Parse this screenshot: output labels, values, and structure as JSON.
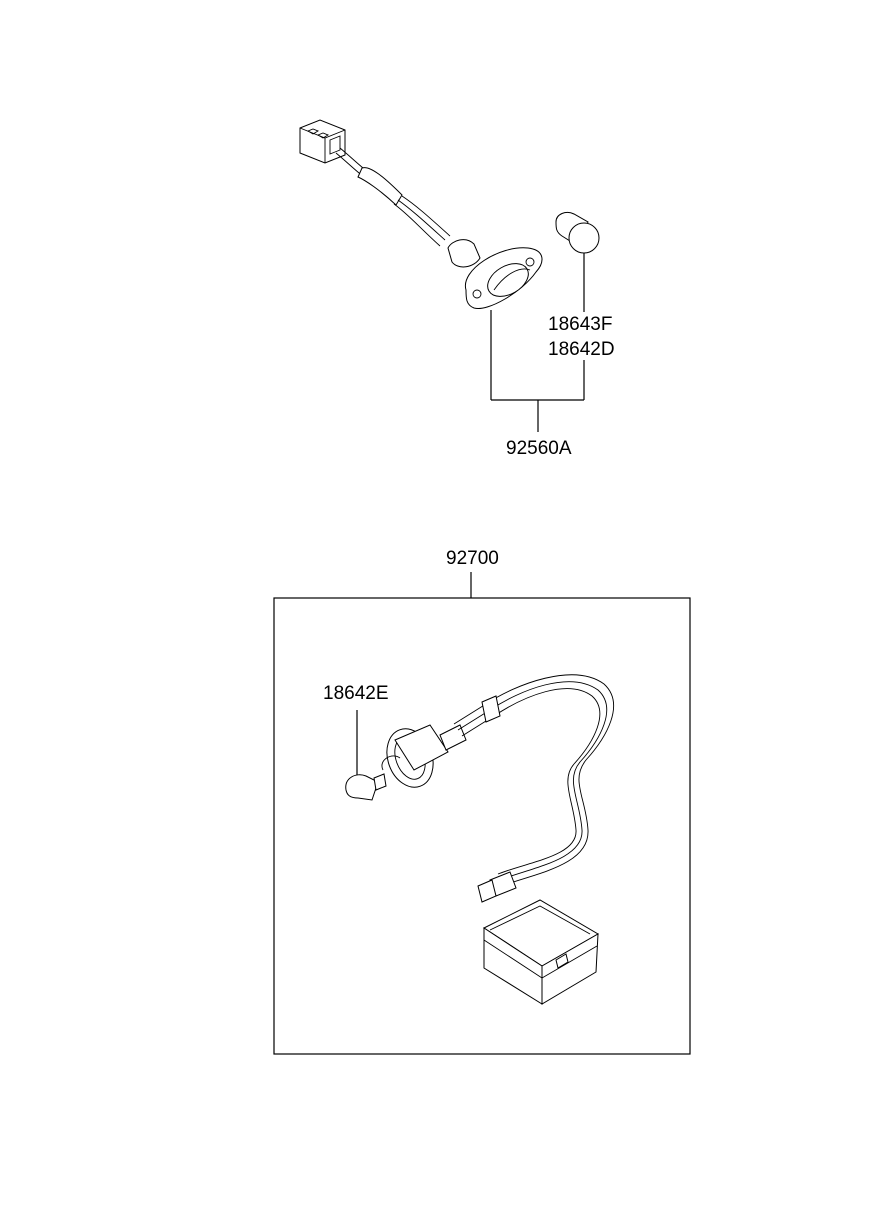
{
  "labels": {
    "bulb_top_a": "18643F",
    "bulb_top_b": "18642D",
    "lamp_assy": "92560A",
    "kit": "92700",
    "bulb_kit": "18642E"
  }
}
